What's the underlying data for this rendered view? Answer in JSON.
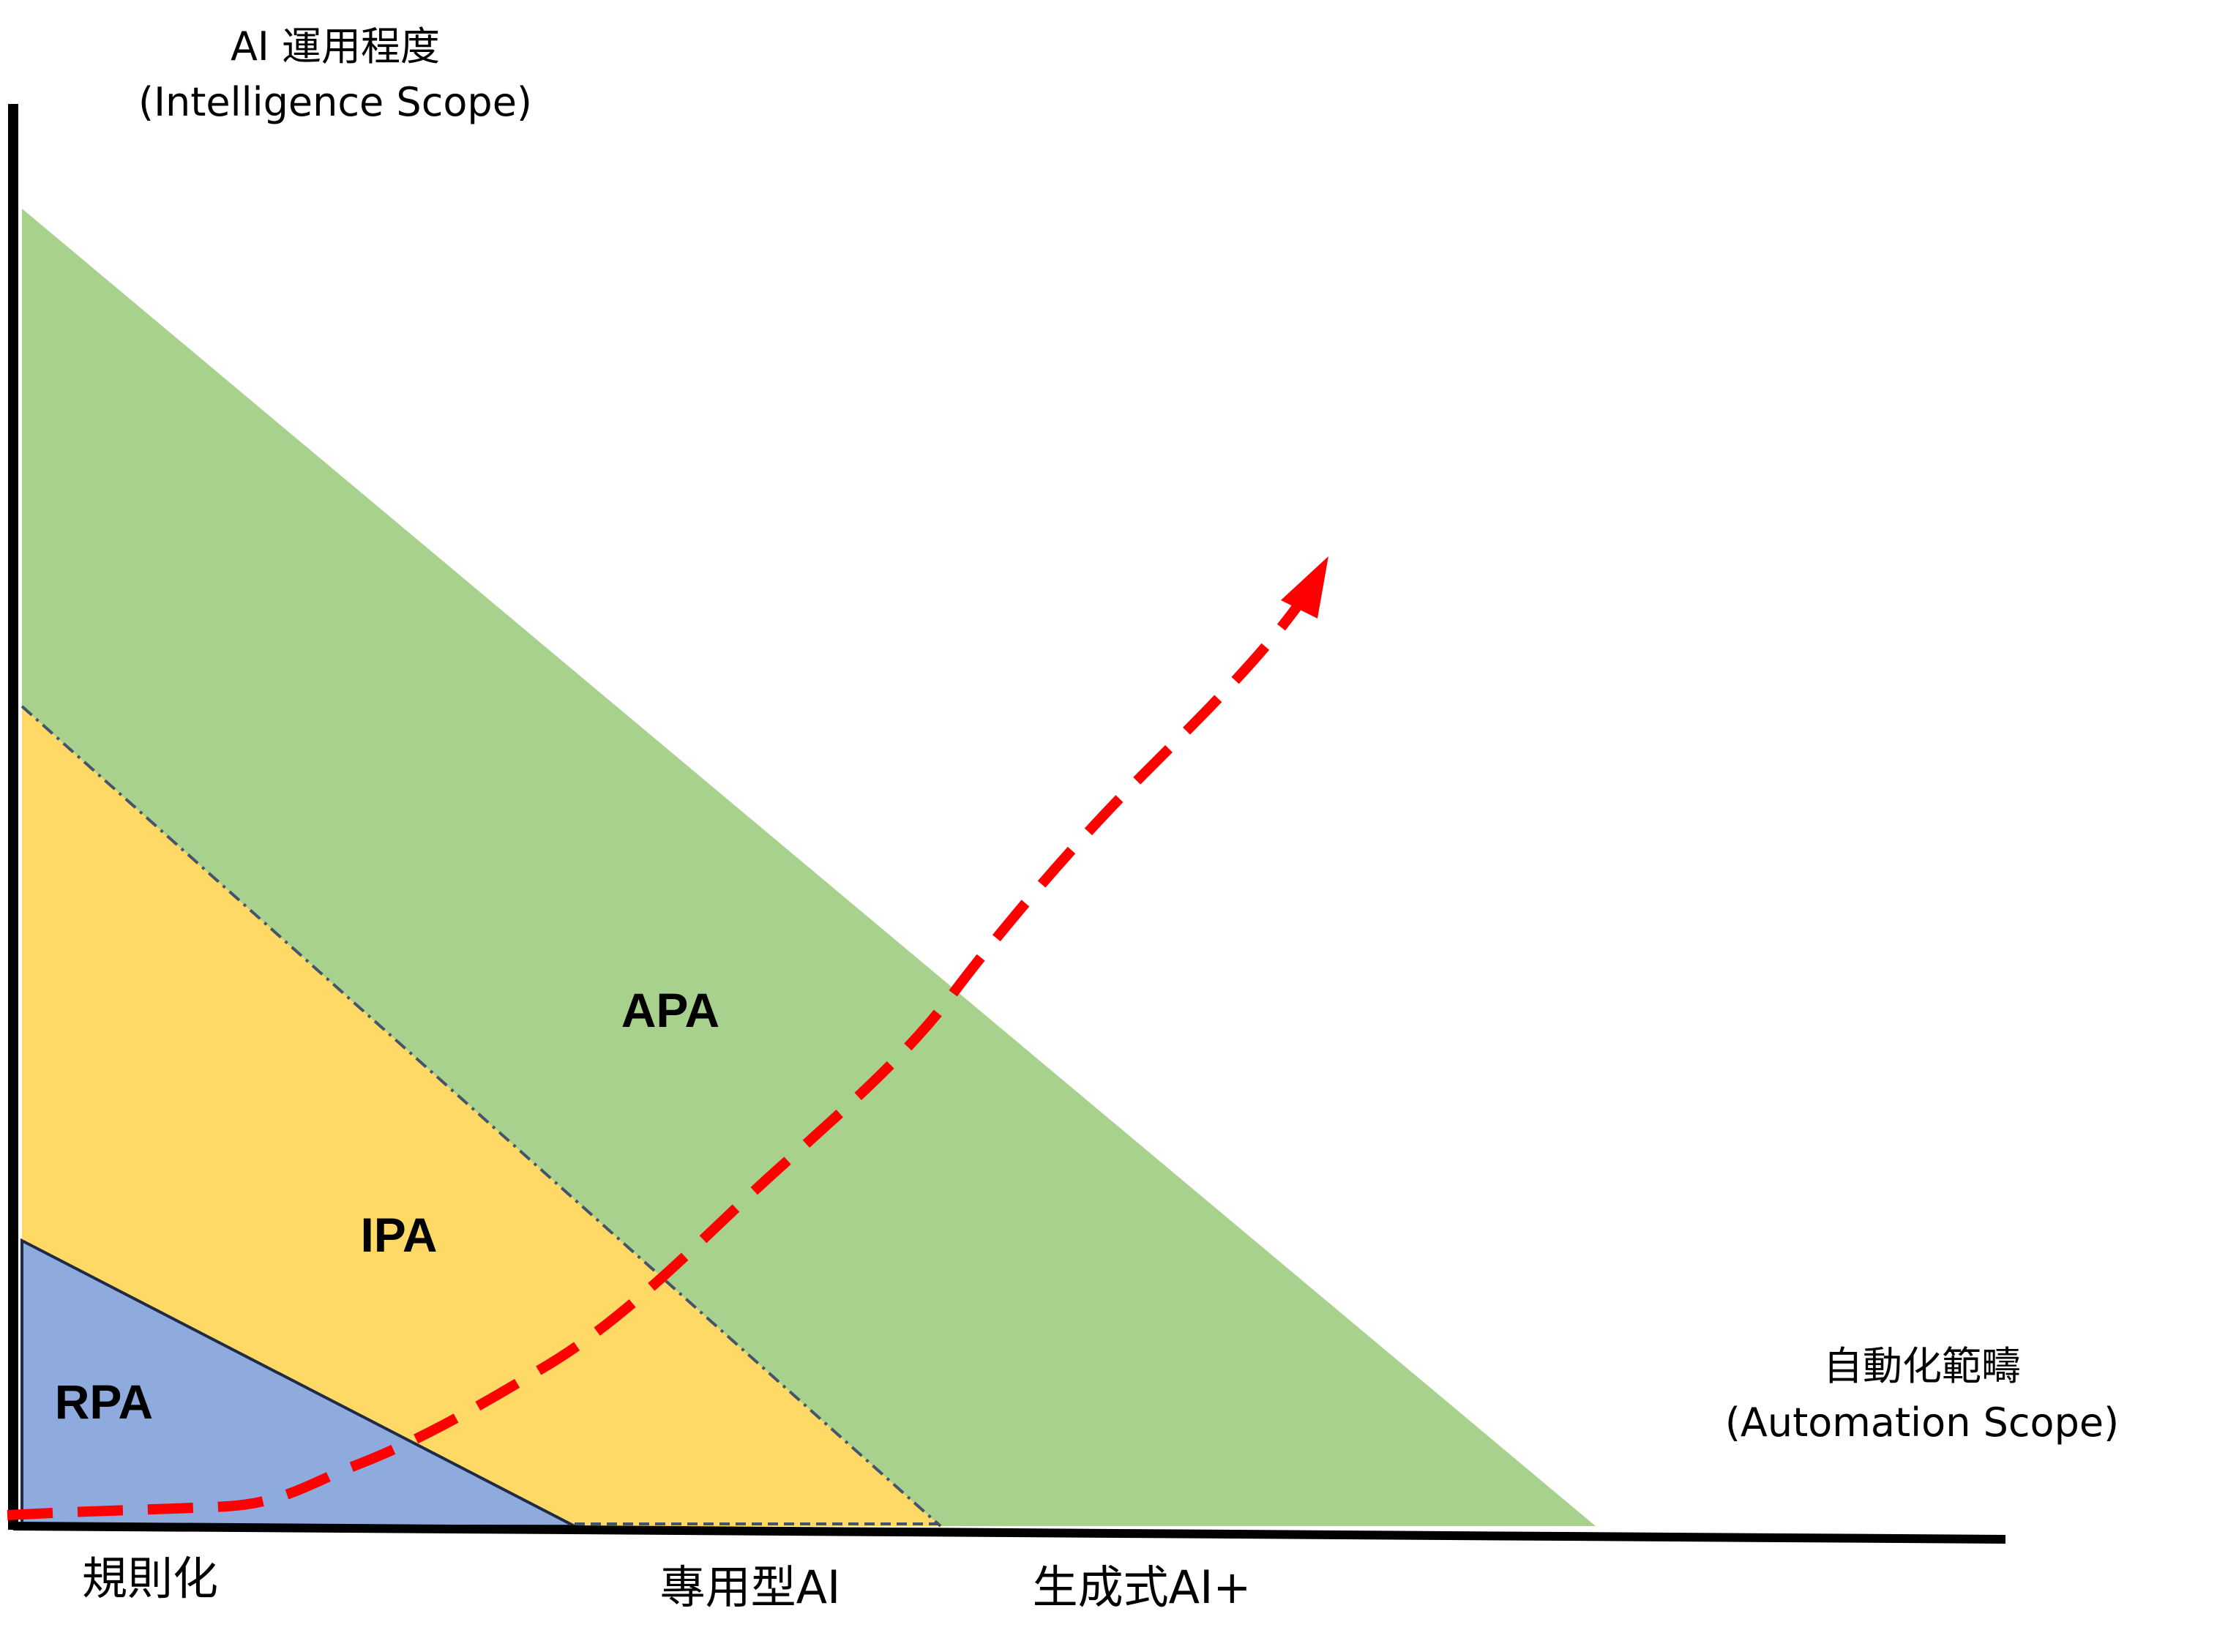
{
  "y_axis": {
    "label_line1": "AI 運用程度",
    "label_line2": "(Intelligence Scope)"
  },
  "x_axis": {
    "label_line1": "自動化範疇",
    "label_line2": "(Automation Scope)"
  },
  "regions": {
    "apa": {
      "label": "APA",
      "color": "#a9d18e"
    },
    "ipa": {
      "label": "IPA",
      "color": "#ffd966"
    },
    "rpa": {
      "label": "RPA",
      "color": "#8faadc"
    }
  },
  "stages": {
    "rule_based": "規則化",
    "specialized_ai": "專用型AI",
    "generative_ai": "生成式AI+"
  },
  "trend_arrow": {
    "color": "#ff0000"
  }
}
